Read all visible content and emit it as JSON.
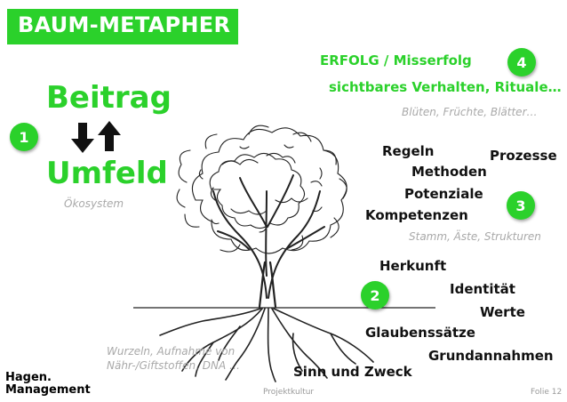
{
  "title": "BAUM-METAPHER",
  "left": {
    "beitrag": "Beitrag",
    "umfeld": "Umfeld",
    "oekosystem": "Ökosystem"
  },
  "badges": {
    "b1": "1",
    "b2": "2",
    "b3": "3",
    "b4": "4"
  },
  "top": {
    "erfolg": "ERFOLG / Misserfolg",
    "verhalten": "sichtbares Verhalten, Rituale…",
    "blueten": "Blüten, Früchte, Blätter…"
  },
  "trunk": {
    "regeln": "Regeln",
    "prozesse": "Prozesse",
    "methoden": "Methoden",
    "potenziale": "Potenziale",
    "kompetenzen": "Kompetenzen",
    "stamm": "Stamm, Äste, Strukturen"
  },
  "roots": {
    "herkunft": "Herkunft",
    "identitaet": "Identität",
    "werte": "Werte",
    "glaubenssaetze": "Glaubenssätze",
    "grundannahmen": "Grundannahmen",
    "sinn": "Sinn und Zweck",
    "wurzeln_line1": "Wurzeln, Aufnahme von",
    "wurzeln_line2": "Nähr-/Giftstoffen, DNA …"
  },
  "footer": {
    "brand_line1": "Hagen.",
    "brand_line2": "Management",
    "center": "Projektkultur",
    "folie": "Folie 12"
  },
  "colors": {
    "accent": "#2bd12b",
    "grey": "#a9a9a9"
  },
  "icons": [
    "arrow-down-icon",
    "arrow-up-icon",
    "tree-illustration"
  ]
}
